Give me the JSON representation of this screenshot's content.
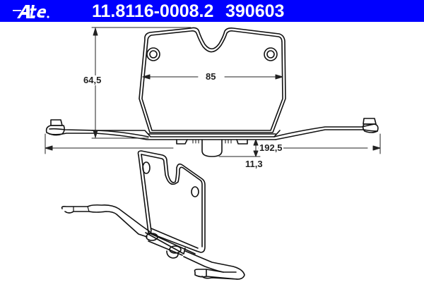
{
  "header": {
    "brand": "Ate",
    "part_number": "11.8116-0008.2",
    "reference_number": "390603",
    "background_color": "#0000ff",
    "text_color": "#ffffff"
  },
  "drawing": {
    "dimensions": {
      "height": "64,5",
      "inner_width": "85",
      "overall_length": "192,5",
      "depth": "11,3"
    },
    "views": [
      "front-view",
      "isometric-view"
    ]
  }
}
